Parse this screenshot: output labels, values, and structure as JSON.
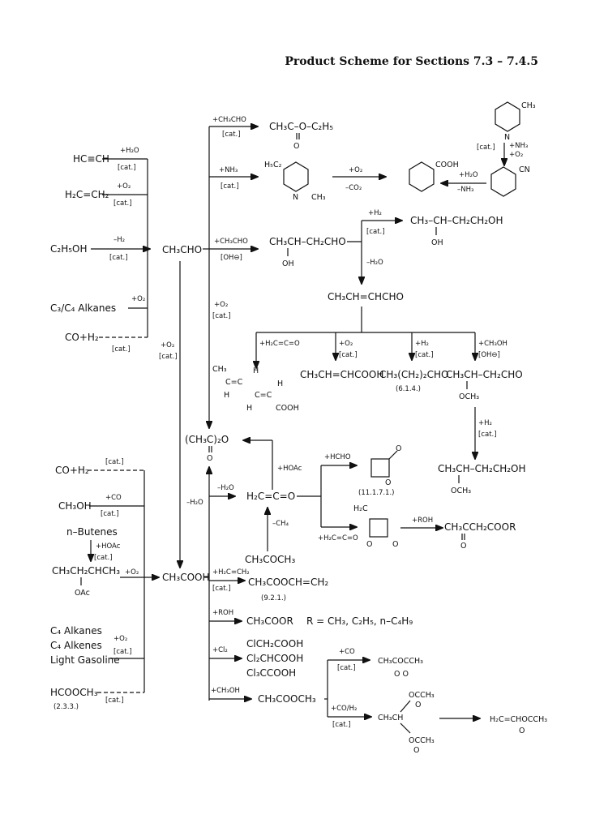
{
  "header": {
    "title": "Product Scheme for Sections 7.3 – 7.4.5"
  },
  "feeds_upper": {
    "acetylene": "HC≡CH",
    "water": "+H₂O",
    "cat1": "[cat.]",
    "ethylene": "H₂C=CH₂",
    "o2": "+O₂",
    "cat2": "[cat.]",
    "ethanol": "C₂H₅OH",
    "h2loss": "–H₂",
    "cat3": "[cat.]",
    "alkanes": "C₃/C₄  Alkanes",
    "o2b": "+O₂",
    "syngas": "CO+H₂",
    "cat4": "[cat.]"
  },
  "acetaldehyde": {
    "formula": "CH₃CHO",
    "oxid": "+O₂",
    "cat": "[cat.]"
  },
  "branches": {
    "b1_reagent": "+CH₃CHO",
    "b1_cat": "[cat.]",
    "ethyl_acetate": "CH₃C–O–C₂H₅",
    "ethyl_acetate_o": "O",
    "b2_reagent": "+NH₃",
    "b2_cat": "[cat.]",
    "picoline_sub": "H₅C₂",
    "picoline_me": "CH₃",
    "ox_reagent": "+O₂",
    "ox_loss": "–CO₂",
    "nicotinic": "COOH",
    "hydrolysis": "+H₂O",
    "nh3_loss": "–NH₃",
    "cyano": "CN",
    "ammox_cat": "[cat.]",
    "ammox_nh3": "+NH₃",
    "ammox_o2": "+O₂",
    "methylpyr": "CH₃",
    "ring_n": "N",
    "b3_reagent": "+CH₃CHO",
    "b3_cat": "[OH⊖]",
    "aldol": "CH₃CH–CH₂CHO",
    "aldol_oh": "OH",
    "h2_add": "+H₂",
    "h2_cat": "[cat.]",
    "butanediol": "CH₃–CH–CH₂CH₂OH",
    "butanediol_oh": "OH",
    "water_loss": "–H₂O",
    "crotonaldehyde": "CH₃CH=CHCHO",
    "b4_oxid": "+O₂",
    "b4_cat": "[cat.]"
  },
  "croton_products": {
    "ketene_add": "+H₂C=C=O",
    "o2": "+O₂",
    "o2_cat": "[cat.]",
    "h2": "+H₂",
    "h2_cat": "[cat.]",
    "meoh": "+CH₃OH",
    "meoh_cat": "[OH⊖]",
    "sorbic_ch3": "CH₃",
    "sorbic_c1": "C=C",
    "sorbic_h1": "H",
    "sorbic_h2": "H",
    "sorbic_h3": "H",
    "sorbic_c2": "C=C",
    "sorbic_h4": "H",
    "sorbic_cooh": "COOH",
    "crotonic": "CH₃CH=CHCOOH",
    "butyraldehyde": "CH₃(CH₂)₂CHO",
    "butyr_ref": "(6.1.4.)",
    "methoxy": "CH₃CH–CH₂CHO",
    "methoxy_sub": "OCH₃",
    "methoxy_h2": "+H₂",
    "methoxy_cat": "[cat.]",
    "methoxybutanol": "CH₃CH–CH₂CH₂OH",
    "methoxybutanol_sub": "OCH₃"
  },
  "anhydride": {
    "formula": "(CH₃C)₂O",
    "o": "O",
    "h2o_loss": "–H₂O",
    "h2o_loss2": "–H₂O"
  },
  "ketene": {
    "formula": "H₂C=C=O",
    "hoac": "+HOAc",
    "ch4_loss": "–CH₄",
    "acetone": "CH₃COCH₃",
    "hcho": "+HCHO",
    "propiolactone_o1": "O",
    "propiolactone_o2": "O",
    "propiolactone_ref": "(11.1.7.1.)",
    "diketene_top": "H₂C",
    "diketene_add": "+H₂C=C=O",
    "diketene_o1": "O",
    "diketene_o2": "O",
    "roh": "+ROH",
    "acetoacetate": "CH₃CCH₂COOR",
    "acetoacetate_o": "O"
  },
  "feeds_lower": {
    "syngas": "CO+H₂",
    "cat_a": "[cat.]",
    "methanol": "CH₃OH",
    "co": "+CO",
    "cat_b": "[cat.]",
    "butenes": "n–Butenes",
    "hoac": "+HOAc",
    "cat_c": "[cat.]",
    "sec_butyl": "CH₃CH₂CHCH₃",
    "sec_butyl_sub": "OAc",
    "o2": "+O₂",
    "c4_alkanes": "C₄  Alkanes",
    "c4_alkenes": "C₄  Alkenes",
    "gasoline": "Light Gasoline",
    "o2b": "+O₂",
    "cat_d": "[cat.]",
    "methyl_formate": "HCOOCH₃",
    "cat_e": "[cat.]",
    "mf_ref": "(2.3.3.)"
  },
  "acetic_acid": {
    "formula": "CH₃COOH"
  },
  "acid_products": {
    "vinyl_reagent": "+H₂C=CH₂",
    "vinyl_cat": "[cat.]",
    "vinyl_acetate": "CH₃COOCH=CH₂",
    "vinyl_ref": "(9.2.1.)",
    "roh": "+ROH",
    "ester": "CH₃COOR",
    "r_def": "R = CH₃, C₂H₅, n–C₄H₉",
    "cl2": "+Cl₂",
    "chloro1": "ClCH₂COOH",
    "chloro2": "Cl₂CHCOOH",
    "chloro3": "Cl₃CCOOH",
    "meoh": "+CH₃OH",
    "methyl_acetate": "CH₃COOCH₃",
    "co": "+CO",
    "co_cat": "[cat.]",
    "ac2o_formula": "CH₃COCCH₃",
    "ac2o_o": "O   O",
    "co_h2": "+CO/H₂",
    "coh2_cat": "[cat.]",
    "edda_left": "CH₃CH",
    "edda_top": "OCCH₃",
    "edda_top_o": "O",
    "edda_bot": "OCCH₃",
    "edda_bot_o": "O",
    "vinyl_final": "H₂C=CHOCCH₃",
    "vinyl_final_o": "O"
  }
}
